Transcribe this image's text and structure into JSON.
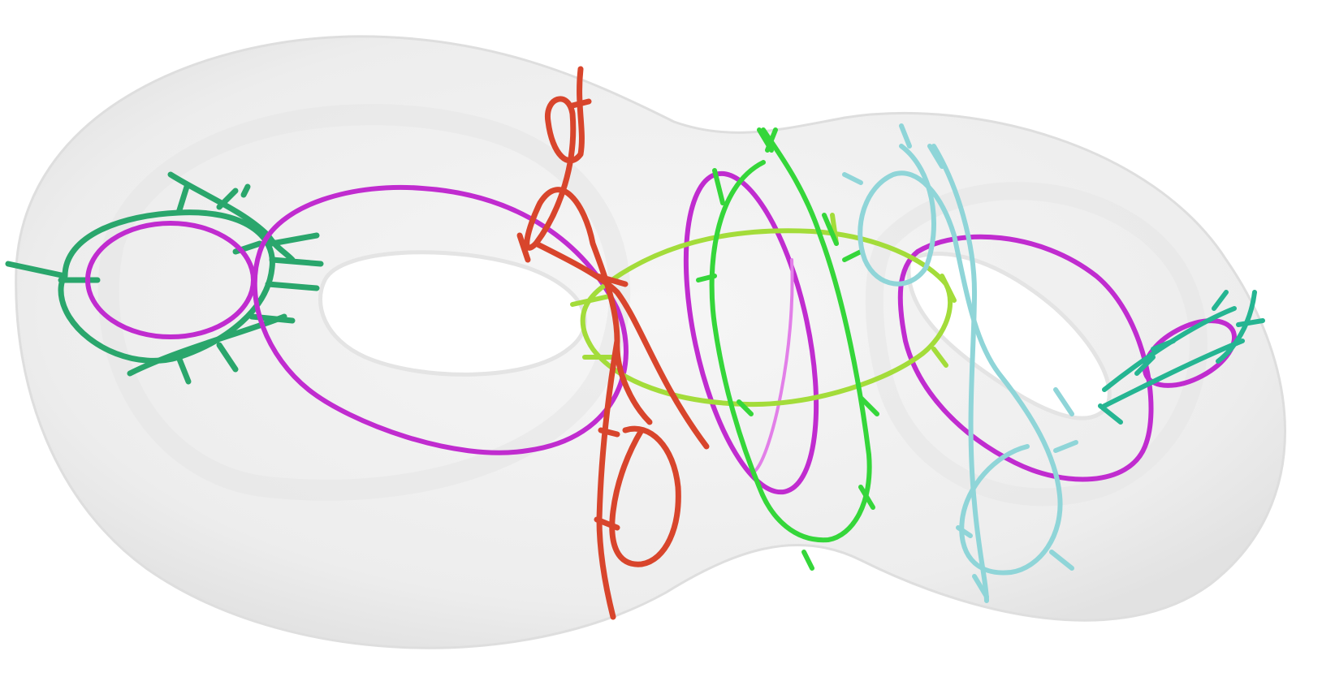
{
  "figure": {
    "surface": "genus-2-surface",
    "colors": {
      "surface_fill": "#efefef",
      "surface_rim": "#dcdcdc",
      "magenta": "#c02ccf",
      "magenta_highlight": "#e27fe8",
      "dark_green": "#2aa66c",
      "red": "#d8452c",
      "bright_green": "#35d63a",
      "lime": "#a3dc3a",
      "light_cyan": "#8fd5d8",
      "teal": "#25b592"
    },
    "curves": [
      {
        "id": "magenta-left-small-loop",
        "color": "magenta"
      },
      {
        "id": "magenta-left-large-loop",
        "color": "magenta"
      },
      {
        "id": "magenta-center-loop",
        "color": "magenta"
      },
      {
        "id": "magenta-right-large-loop",
        "color": "magenta"
      },
      {
        "id": "magenta-right-small-loop",
        "color": "magenta"
      },
      {
        "id": "dark-green-left-curve",
        "color": "dark_green"
      },
      {
        "id": "red-curve",
        "color": "red"
      },
      {
        "id": "bright-green-curve",
        "color": "bright_green"
      },
      {
        "id": "lime-curve",
        "color": "lime"
      },
      {
        "id": "light-cyan-curve",
        "color": "light_cyan"
      },
      {
        "id": "teal-right-curve",
        "color": "teal"
      }
    ]
  }
}
